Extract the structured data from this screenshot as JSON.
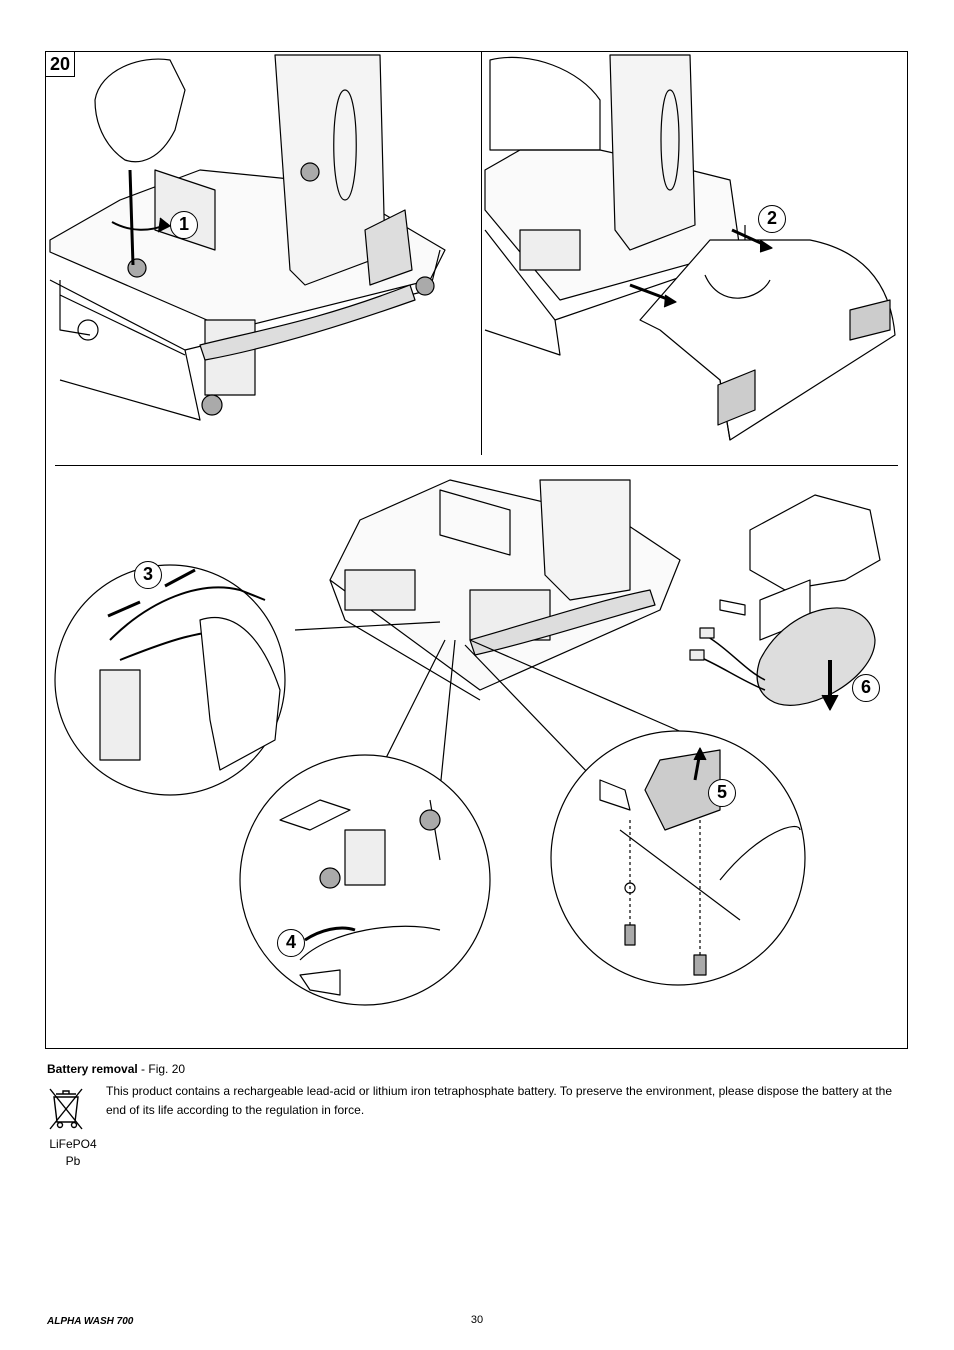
{
  "figure": {
    "number": "20",
    "steps": [
      "1",
      "2",
      "3",
      "4",
      "5",
      "6"
    ]
  },
  "caption": {
    "title": "Battery removal",
    "ref": " - Fig. 20"
  },
  "notice": {
    "text": "This product contains a rechargeable lead-acid or lithium iron tetraphosphate battery. To preserve the environment, please dispose the battery at the end of its life according to the regulation in force.",
    "battery_types": [
      "LiFePO4",
      "Pb"
    ]
  },
  "footer": {
    "model": "ALPHA WASH 700",
    "page": "30"
  }
}
